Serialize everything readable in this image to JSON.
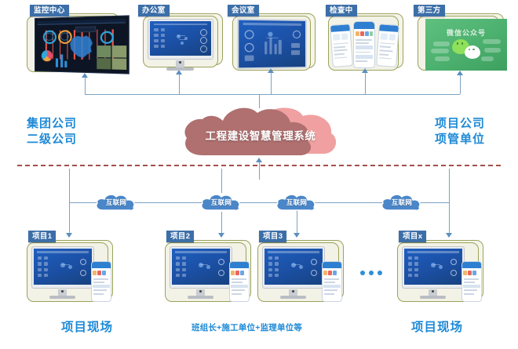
{
  "diagram": {
    "title": "工程建设智慧管理系统",
    "colors": {
      "accent_blue": "#1f8ad6",
      "tag_blue": "#3c6fa8",
      "card_olive": "#9aa35c",
      "cloud_dark": "#b07070",
      "cloud_light": "#f0a0a0",
      "divider_red": "#a34f4a",
      "connector": "#7ba2c4",
      "wechat_green": "#4cb06e"
    }
  },
  "top_row": {
    "nodes": [
      {
        "label": "监控中心",
        "device": "video-wall-dashboard-icon"
      },
      {
        "label": "办公室",
        "device": "desktop-monitor-icon"
      },
      {
        "label": "会议室",
        "device": "large-display-icon"
      },
      {
        "label": "检查中",
        "device": "smartphone-group-icon"
      },
      {
        "label": "第三方",
        "device": "wechat-official-account-icon"
      }
    ],
    "wechat_panel_text": "微信公众号"
  },
  "center": {
    "cloud_label": "工程建设智慧管理系统"
  },
  "sides": {
    "left": {
      "line1": "集团公司",
      "line2": "二级公司"
    },
    "right": {
      "line1": "项目公司",
      "line2": "项管单位"
    }
  },
  "internet": {
    "label": "互联网",
    "count": 4
  },
  "projects": [
    {
      "label": "项目1"
    },
    {
      "label": "项目2"
    },
    {
      "label": "项目3"
    },
    {
      "label": "项目x"
    }
  ],
  "ellipsis": "●●●",
  "captions": {
    "left": "项目现场",
    "center": "班组长+施工单位+监理单位等",
    "right": "项目现场"
  }
}
